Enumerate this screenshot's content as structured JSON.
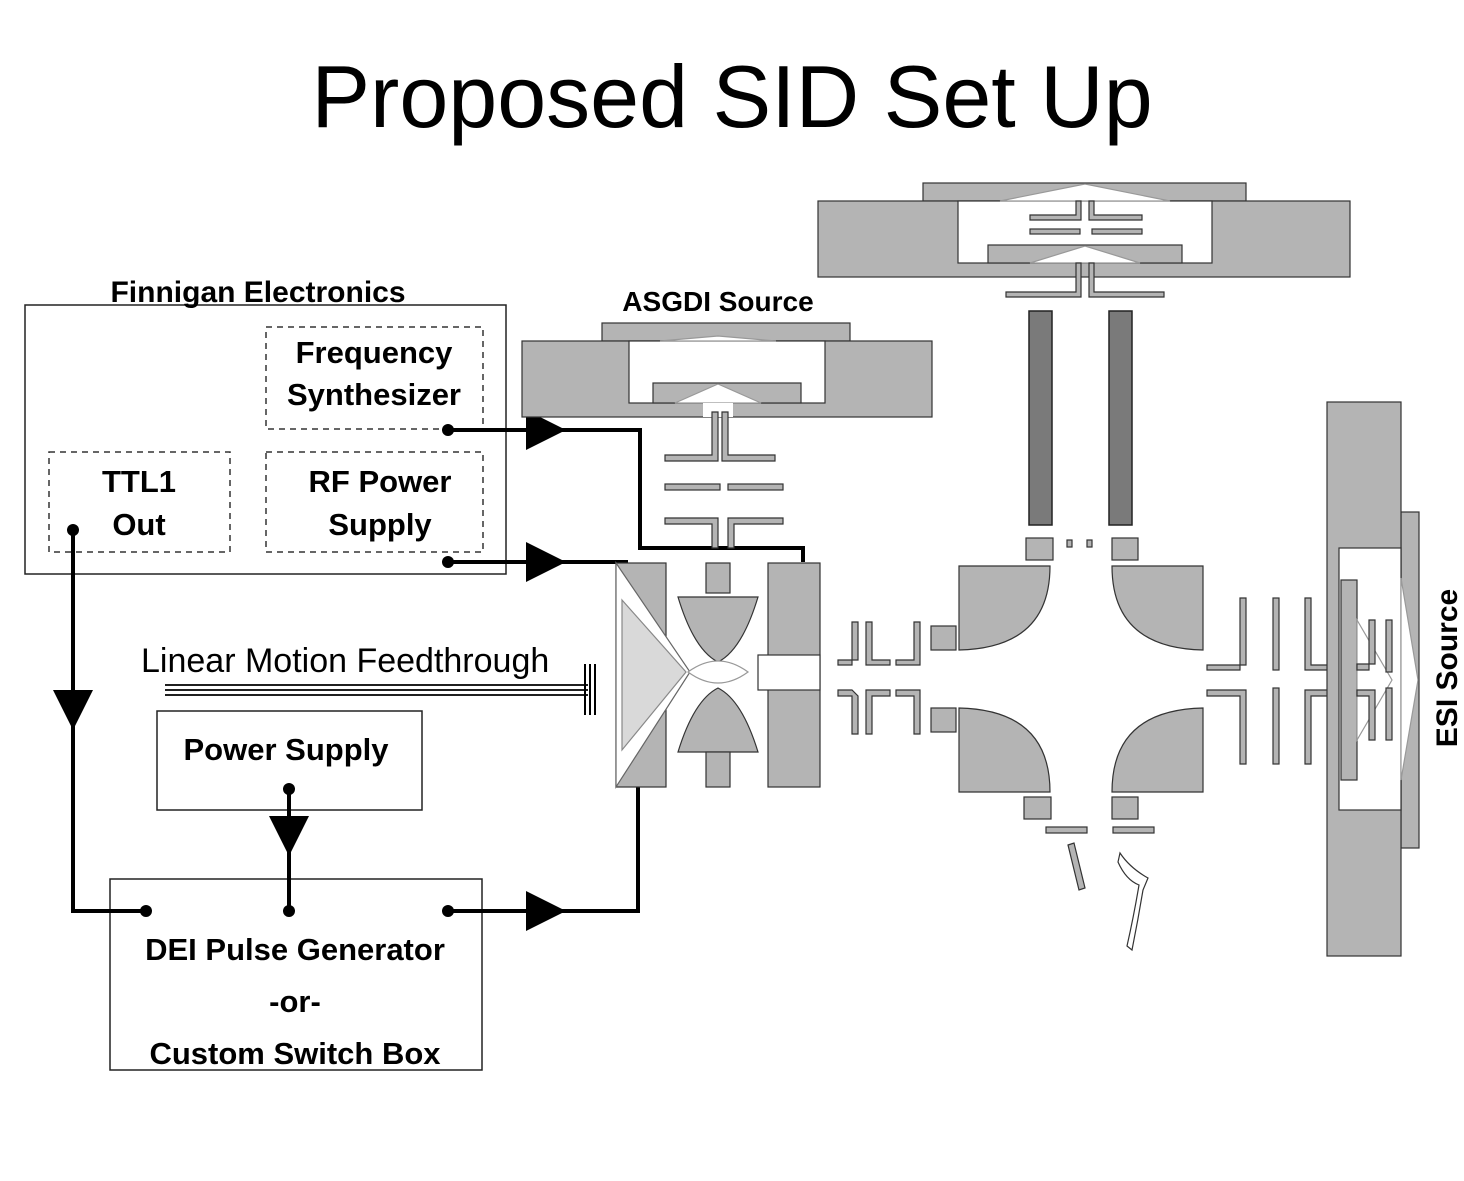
{
  "title": "Proposed SID Set Up",
  "labels": {
    "finnigan": "Finnigan Electronics",
    "freq_line1": "Frequency",
    "freq_line2": "Synthesizer",
    "ttl_line1": "TTL1",
    "ttl_line2": "Out",
    "rf_line1": "RF Power",
    "rf_line2": "Supply",
    "linear_motion": "Linear Motion Feedthrough",
    "power_supply": "Power Supply",
    "dei_line1": "DEI Pulse Generator",
    "dei_line2": "-or-",
    "dei_line3": "Custom Switch Box",
    "asgdi": "ASGDI Source",
    "esi": "ESI Source"
  },
  "colors": {
    "part_fill": "#b4b4b4",
    "rod_fill": "#7a7a7a",
    "line": "#000000"
  }
}
